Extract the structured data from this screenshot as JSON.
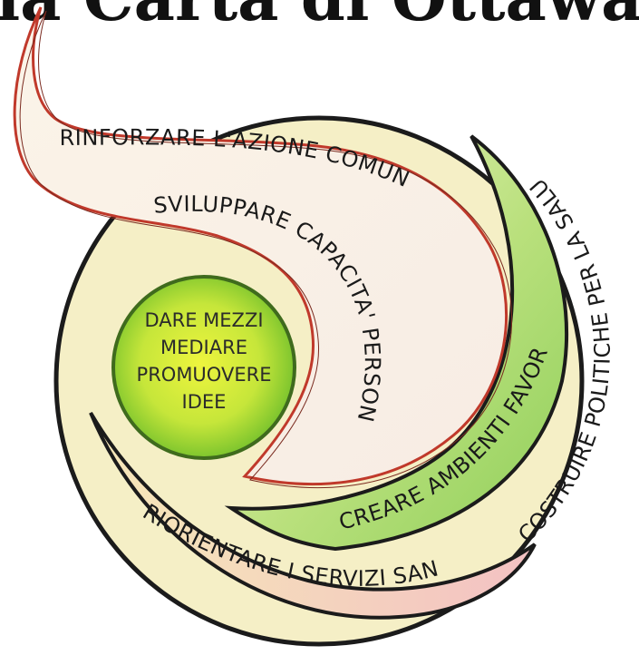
{
  "title": "la Carta di Ottawa",
  "bands": {
    "outer": "COSTRUIRE POLITICHE PER LA SALUTE",
    "community": "RINFORZARE L'AZIONE COMUNITARIA",
    "personal": "SVILUPPARE CAPACITA' PERSONALI",
    "environment": "CREARE AMBIENTI FAVOREVOLI",
    "services": "RIORIENTARE I SERVIZI SANITARI"
  },
  "core": {
    "lines": [
      "DARE MEZZI",
      "MEDIARE",
      "PROMUOVERE",
      "IDEE"
    ]
  },
  "colors": {
    "outer_fill": "#f4efc4",
    "community_fill": "#fbf2ea",
    "community_edge": "#c0392b",
    "environment_fill": "#b8df7a",
    "services_fill": "#f4c7c6",
    "core_inner": "#e8f23a",
    "core_outer": "#7ec832"
  }
}
